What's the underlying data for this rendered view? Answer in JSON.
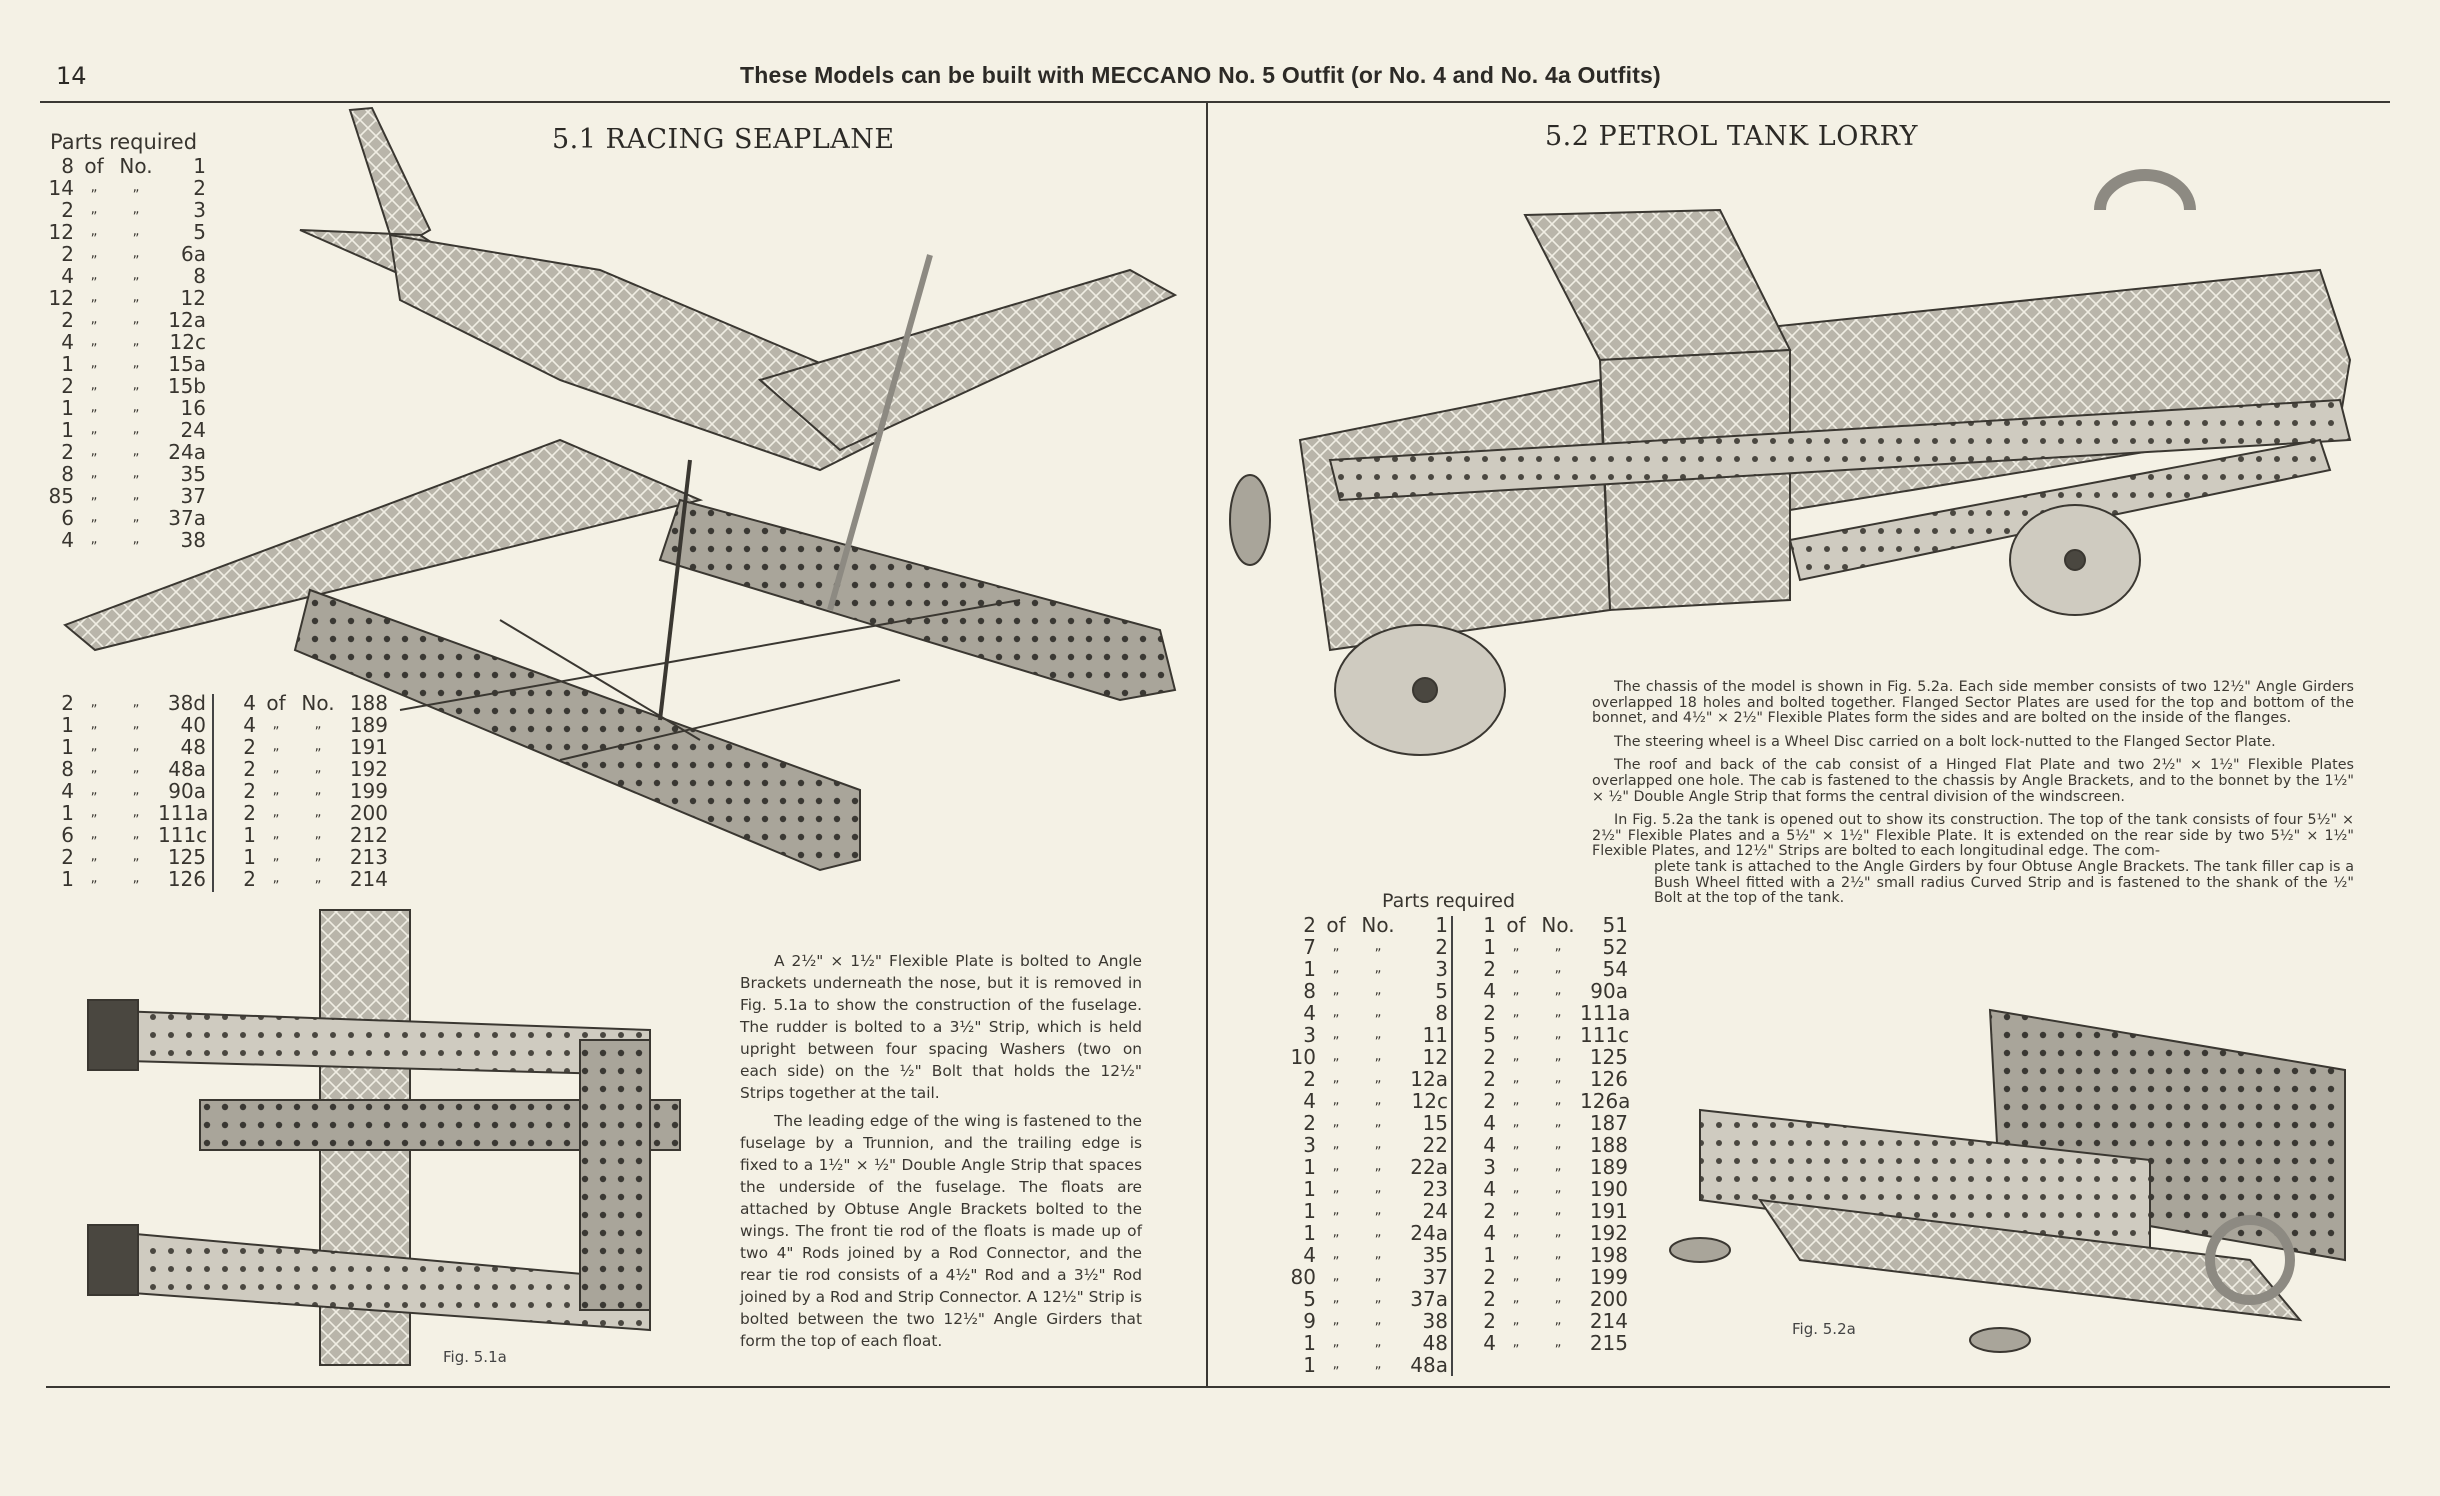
{
  "header": {
    "page_number": "14",
    "running_title": "These Models can be built with MECCANO No. 5 Outfit (or No. 4 and No. 4a Outfits)"
  },
  "seaplane": {
    "title": "5.1  RACING SEAPLANE",
    "parts_heading": "Parts required",
    "parts_main": [
      {
        "qty": "8",
        "of": "of",
        "no": "No.",
        "part": "1"
      },
      {
        "qty": "14",
        "of": "„",
        "no": "„",
        "part": "2"
      },
      {
        "qty": "2",
        "of": "„",
        "no": "„",
        "part": "3"
      },
      {
        "qty": "12",
        "of": "„",
        "no": "„",
        "part": "5"
      },
      {
        "qty": "2",
        "of": "„",
        "no": "„",
        "part": "6a"
      },
      {
        "qty": "4",
        "of": "„",
        "no": "„",
        "part": "8"
      },
      {
        "qty": "12",
        "of": "„",
        "no": "„",
        "part": "12"
      },
      {
        "qty": "2",
        "of": "„",
        "no": "„",
        "part": "12a"
      },
      {
        "qty": "4",
        "of": "„",
        "no": "„",
        "part": "12c"
      },
      {
        "qty": "1",
        "of": "„",
        "no": "„",
        "part": "15a"
      },
      {
        "qty": "2",
        "of": "„",
        "no": "„",
        "part": "15b"
      },
      {
        "qty": "1",
        "of": "„",
        "no": "„",
        "part": "16"
      },
      {
        "qty": "1",
        "of": "„",
        "no": "„",
        "part": "24"
      },
      {
        "qty": "2",
        "of": "„",
        "no": "„",
        "part": "24a"
      },
      {
        "qty": "8",
        "of": "„",
        "no": "„",
        "part": "35"
      },
      {
        "qty": "85",
        "of": "„",
        "no": "„",
        "part": "37"
      },
      {
        "qty": "6",
        "of": "„",
        "no": "„",
        "part": "37a"
      },
      {
        "qty": "4",
        "of": "„",
        "no": "„",
        "part": "38"
      }
    ],
    "parts_cont_left": [
      {
        "qty": "2",
        "of": "„",
        "no": "„",
        "part": "38d"
      },
      {
        "qty": "1",
        "of": "„",
        "no": "„",
        "part": "40"
      },
      {
        "qty": "1",
        "of": "„",
        "no": "„",
        "part": "48"
      },
      {
        "qty": "8",
        "of": "„",
        "no": "„",
        "part": "48a"
      },
      {
        "qty": "4",
        "of": "„",
        "no": "„",
        "part": "90a"
      },
      {
        "qty": "1",
        "of": "„",
        "no": "„",
        "part": "111a"
      },
      {
        "qty": "6",
        "of": "„",
        "no": "„",
        "part": "111c"
      },
      {
        "qty": "2",
        "of": "„",
        "no": "„",
        "part": "125"
      },
      {
        "qty": "1",
        "of": "„",
        "no": "„",
        "part": "126"
      }
    ],
    "parts_cont_right": [
      {
        "qty": "4",
        "of": "of",
        "no": "No.",
        "part": "188"
      },
      {
        "qty": "4",
        "of": "„",
        "no": "„",
        "part": "189"
      },
      {
        "qty": "2",
        "of": "„",
        "no": "„",
        "part": "191"
      },
      {
        "qty": "2",
        "of": "„",
        "no": "„",
        "part": "192"
      },
      {
        "qty": "2",
        "of": "„",
        "no": "„",
        "part": "199"
      },
      {
        "qty": "2",
        "of": "„",
        "no": "„",
        "part": "200"
      },
      {
        "qty": "1",
        "of": "„",
        "no": "„",
        "part": "212"
      },
      {
        "qty": "1",
        "of": "„",
        "no": "„",
        "part": "213"
      },
      {
        "qty": "2",
        "of": "„",
        "no": "„",
        "part": "214"
      }
    ],
    "paragraphs": [
      "A 2½\" × 1½\" Flexible Plate is bolted to Angle Brackets underneath the nose, but it is removed in Fig. 5.1a to show the construction of the fuselage. The rudder is bolted to a 3½\" Strip, which is held upright between four spacing Washers (two on each side) on the ½\" Bolt that holds the 12½\" Strips together at the tail.",
      "The leading edge of the wing is fastened to the fuselage by a Trunnion, and the trailing edge is fixed to a 1½\" × ½\" Double Angle Strip that spaces the underside of the fuselage. The floats are attached by Obtuse Angle Brackets bolted to the wings. The front tie rod of the floats is made up of two 4\" Rods joined by a Rod Connector, and the rear tie rod consists of a 4½\" Rod and a 3½\" Rod joined by a Rod and Strip Connector. A 12½\" Strip is bolted between the two 12½\" Angle Girders that form the top of each float."
    ],
    "fig_label": "Fig. 5.1a"
  },
  "lorry": {
    "title": "5.2  PETROL TANK LORRY",
    "paragraphs": [
      "The chassis of the model is shown in Fig. 5.2a. Each side member consists of two 12½\" Angle Girders overlapped 18 holes and bolted together. Flanged Sector Plates are used for the top and bottom of the bonnet, and 4½\" × 2½\" Flexible Plates form the sides and are bolted on the inside of the flanges.",
      "The steering wheel is a Wheel Disc carried on a bolt lock-nutted to the Flanged Sector Plate.",
      "The roof and back of the cab consist of a Hinged Flat Plate and two 2½\" × 1½\" Flexible Plates overlapped one hole. The cab is fastened to the chassis by Angle Brackets, and to the bonnet by the 1½\" × ½\" Double Angle Strip that forms the central division of the windscreen.",
      "In Fig. 5.2a the tank is opened out to show its construction. The top of the tank consists of four 5½\" × 2½\" Flexible Plates and a 5½\" × 1½\" Flexible Plate. It is extended on the rear side by two 5½\" × 1½\" Flexible Plates, and 12½\" Strips are bolted to each longitudinal edge. The com-",
      "plete tank is attached to the Angle Girders by four Obtuse Angle Brackets. The tank filler cap is a Bush Wheel fitted with a 2½\" small radius Curved Strip and is fastened to the shank of the ½\" Bolt at the top of the tank."
    ],
    "parts_heading": "Parts required",
    "parts_left": [
      {
        "qty": "2",
        "of": "of",
        "no": "No.",
        "part": "1"
      },
      {
        "qty": "7",
        "of": "„",
        "no": "„",
        "part": "2"
      },
      {
        "qty": "1",
        "of": "„",
        "no": "„",
        "part": "3"
      },
      {
        "qty": "8",
        "of": "„",
        "no": "„",
        "part": "5"
      },
      {
        "qty": "4",
        "of": "„",
        "no": "„",
        "part": "8"
      },
      {
        "qty": "3",
        "of": "„",
        "no": "„",
        "part": "11"
      },
      {
        "qty": "10",
        "of": "„",
        "no": "„",
        "part": "12"
      },
      {
        "qty": "2",
        "of": "„",
        "no": "„",
        "part": "12a"
      },
      {
        "qty": "4",
        "of": "„",
        "no": "„",
        "part": "12c"
      },
      {
        "qty": "2",
        "of": "„",
        "no": "„",
        "part": "15"
      },
      {
        "qty": "3",
        "of": "„",
        "no": "„",
        "part": "22"
      },
      {
        "qty": "1",
        "of": "„",
        "no": "„",
        "part": "22a"
      },
      {
        "qty": "1",
        "of": "„",
        "no": "„",
        "part": "23"
      },
      {
        "qty": "1",
        "of": "„",
        "no": "„",
        "part": "24"
      },
      {
        "qty": "1",
        "of": "„",
        "no": "„",
        "part": "24a"
      },
      {
        "qty": "4",
        "of": "„",
        "no": "„",
        "part": "35"
      },
      {
        "qty": "80",
        "of": "„",
        "no": "„",
        "part": "37"
      },
      {
        "qty": "5",
        "of": "„",
        "no": "„",
        "part": "37a"
      },
      {
        "qty": "9",
        "of": "„",
        "no": "„",
        "part": "38"
      },
      {
        "qty": "1",
        "of": "„",
        "no": "„",
        "part": "48"
      },
      {
        "qty": "1",
        "of": "„",
        "no": "„",
        "part": "48a"
      }
    ],
    "parts_right": [
      {
        "qty": "1",
        "of": "of",
        "no": "No.",
        "part": "51"
      },
      {
        "qty": "1",
        "of": "„",
        "no": "„",
        "part": "52"
      },
      {
        "qty": "2",
        "of": "„",
        "no": "„",
        "part": "54"
      },
      {
        "qty": "4",
        "of": "„",
        "no": "„",
        "part": "90a"
      },
      {
        "qty": "2",
        "of": "„",
        "no": "„",
        "part": "111a"
      },
      {
        "qty": "5",
        "of": "„",
        "no": "„",
        "part": "111c"
      },
      {
        "qty": "2",
        "of": "„",
        "no": "„",
        "part": "125"
      },
      {
        "qty": "2",
        "of": "„",
        "no": "„",
        "part": "126"
      },
      {
        "qty": "2",
        "of": "„",
        "no": "„",
        "part": "126a"
      },
      {
        "qty": "4",
        "of": "„",
        "no": "„",
        "part": "187"
      },
      {
        "qty": "4",
        "of": "„",
        "no": "„",
        "part": "188"
      },
      {
        "qty": "3",
        "of": "„",
        "no": "„",
        "part": "189"
      },
      {
        "qty": "4",
        "of": "„",
        "no": "„",
        "part": "190"
      },
      {
        "qty": "2",
        "of": "„",
        "no": "„",
        "part": "191"
      },
      {
        "qty": "4",
        "of": "„",
        "no": "„",
        "part": "192"
      },
      {
        "qty": "1",
        "of": "„",
        "no": "„",
        "part": "198"
      },
      {
        "qty": "2",
        "of": "„",
        "no": "„",
        "part": "199"
      },
      {
        "qty": "2",
        "of": "„",
        "no": "„",
        "part": "200"
      },
      {
        "qty": "2",
        "of": "„",
        "no": "„",
        "part": "214"
      },
      {
        "qty": "4",
        "of": "„",
        "no": "„",
        "part": "215"
      }
    ],
    "fig_label": "Fig. 5.2a"
  },
  "colors": {
    "paper": "#f4f1e5",
    "ink": "#2c2a26",
    "metal": "#8d8a82"
  }
}
